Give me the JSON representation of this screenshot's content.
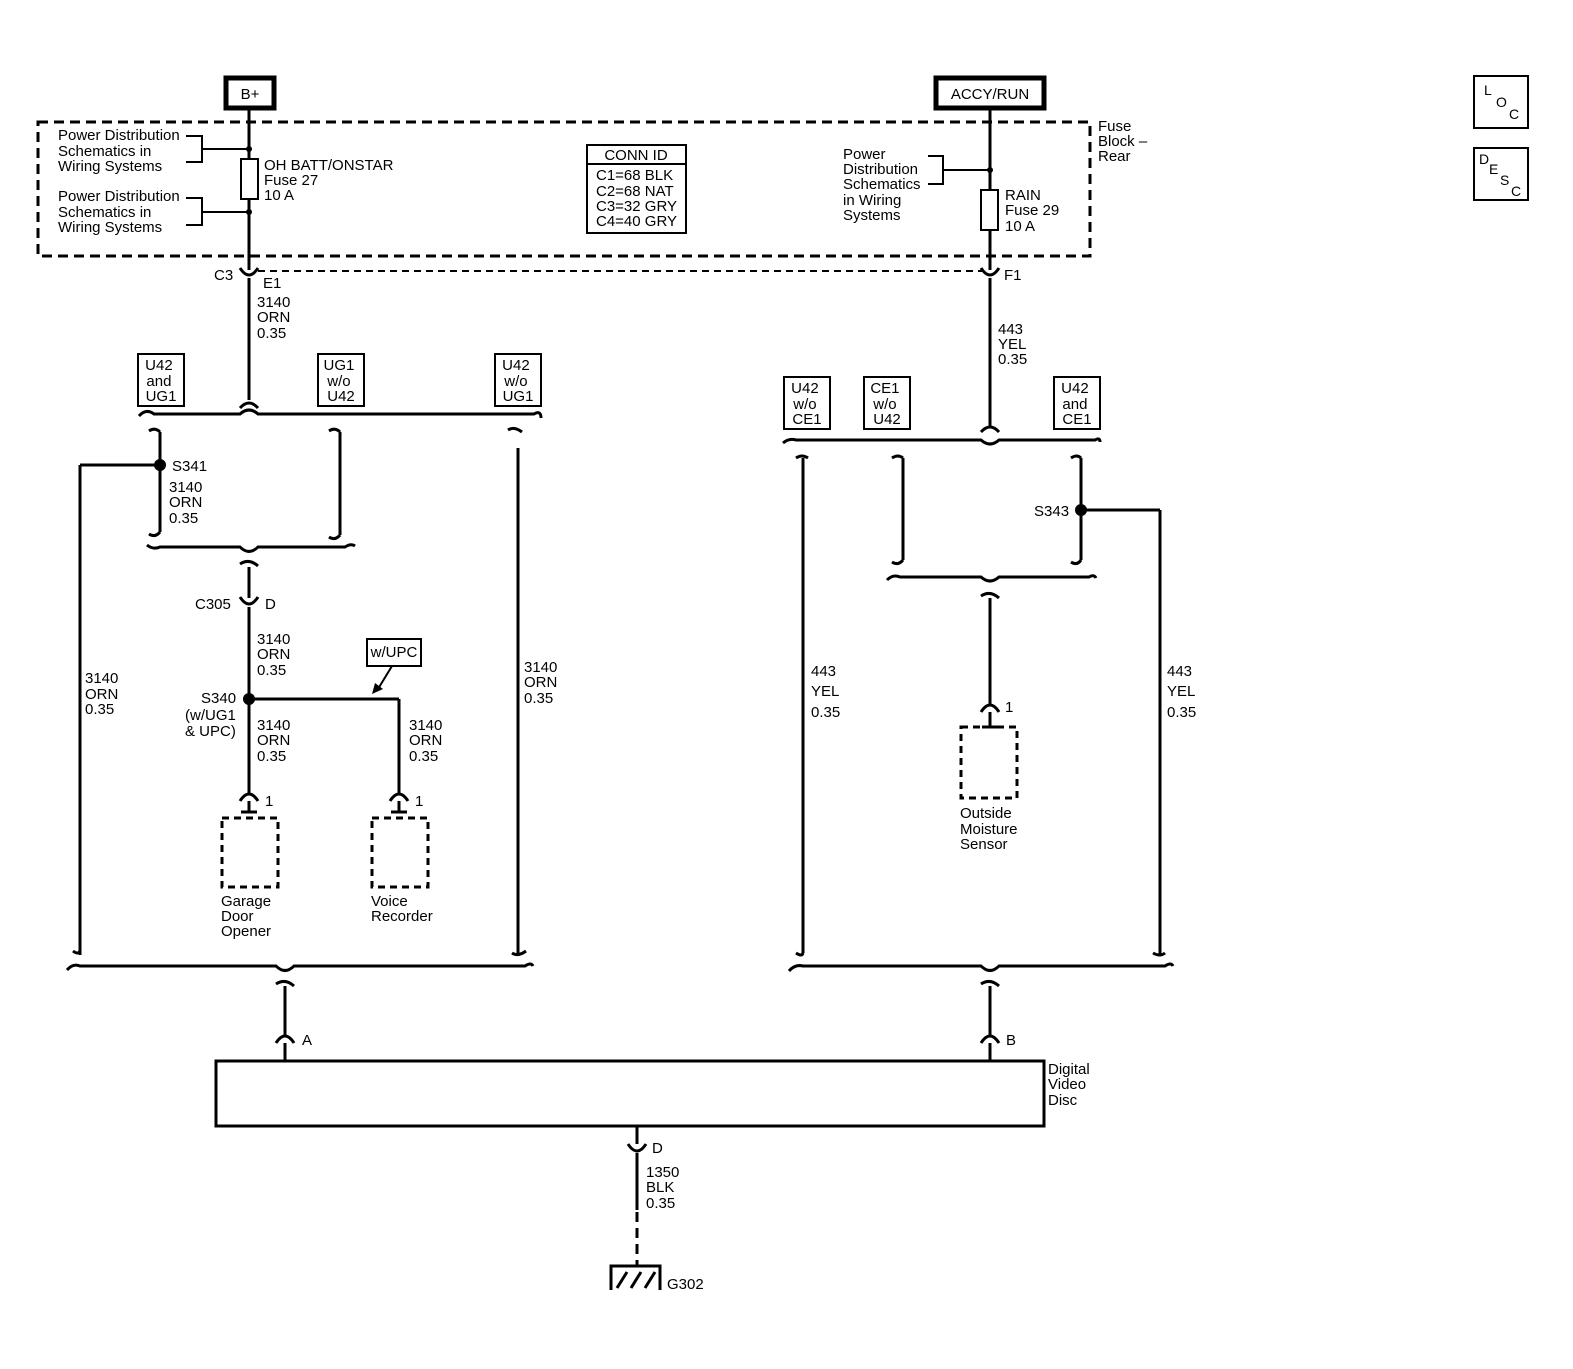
{
  "power_sources": {
    "bplus": "B+",
    "accy_run": "ACCY/RUN"
  },
  "side_buttons": {
    "loc": [
      "L",
      "O",
      "C"
    ],
    "desc": [
      "D",
      "E",
      "S",
      "C"
    ]
  },
  "fuse_block": {
    "name": [
      "Fuse",
      "Block –",
      "Rear"
    ],
    "left_ref_1": [
      "Power Distribution",
      "Schematics in",
      "Wiring Systems"
    ],
    "left_ref_2": [
      "Power Distribution",
      "Schematics in",
      "Wiring Systems"
    ],
    "right_ref": [
      "Power",
      "Distribution",
      "Schematics",
      "in Wiring",
      "Systems"
    ],
    "fuse27": [
      "OH BATT/ONSTAR",
      "Fuse 27",
      "10 A"
    ],
    "fuse29": [
      "RAIN",
      "Fuse 29",
      "10 A"
    ],
    "conn_id": {
      "title": "CONN ID",
      "rows": [
        "C1=68 BLK",
        "C2=68 NAT",
        "C3=32 GRY",
        "C4=40 GRY"
      ]
    }
  },
  "connectors": {
    "c3": "C3",
    "e1": "E1",
    "f1": "F1",
    "c305": "C305",
    "d": "D",
    "pin1_a": "1",
    "pin1_b": "1",
    "pin1_c": "1",
    "dvd_a": "A",
    "dvd_b": "B",
    "dvd_d": "D"
  },
  "options": {
    "u42_and_ug1": [
      "U42",
      "and",
      "UG1"
    ],
    "ug1_wo_u42": [
      "UG1",
      "w/o",
      "U42"
    ],
    "u42_wo_ug1": [
      "U42",
      "w/o",
      "UG1"
    ],
    "u42_wo_ce1": [
      "U42",
      "w/o",
      "CE1"
    ],
    "ce1_wo_u42": [
      "CE1",
      "w/o",
      "U42"
    ],
    "u42_and_ce1": [
      "U42",
      "and",
      "CE1"
    ],
    "w_upc": "w/UPC"
  },
  "wires": {
    "w3140_top": [
      "3140",
      "ORN",
      "0.35"
    ],
    "w3140_s341": [
      "3140",
      "ORN",
      "0.35"
    ],
    "w3140_c305": [
      "3140",
      "ORN",
      "0.35"
    ],
    "w3140_gdo": [
      "3140",
      "ORN",
      "0.35"
    ],
    "w3140_vr": [
      "3140",
      "ORN",
      "0.35"
    ],
    "w3140_left": [
      "3140",
      "ORN",
      "0.35"
    ],
    "w3140_right": [
      "3140",
      "ORN",
      "0.35"
    ],
    "w443_top": [
      "443",
      "YEL",
      "0.35"
    ],
    "w443_left": [
      "443",
      "YEL",
      "0.35"
    ],
    "w443_right": [
      "443",
      "YEL",
      "0.35"
    ],
    "w1350": [
      "1350",
      "BLK",
      "0.35"
    ]
  },
  "splices": {
    "s341": "S341",
    "s340": [
      "S340",
      "(w/UG1",
      "& UPC)"
    ],
    "s343": "S343"
  },
  "components": {
    "garage_door_opener": [
      "Garage",
      "Door",
      "Opener"
    ],
    "voice_recorder": [
      "Voice",
      "Recorder"
    ],
    "outside_moisture_sensor": [
      "Outside",
      "Moisture",
      "Sensor"
    ],
    "dvd": [
      "Digital",
      "Video",
      "Disc"
    ]
  },
  "ground": "G302"
}
